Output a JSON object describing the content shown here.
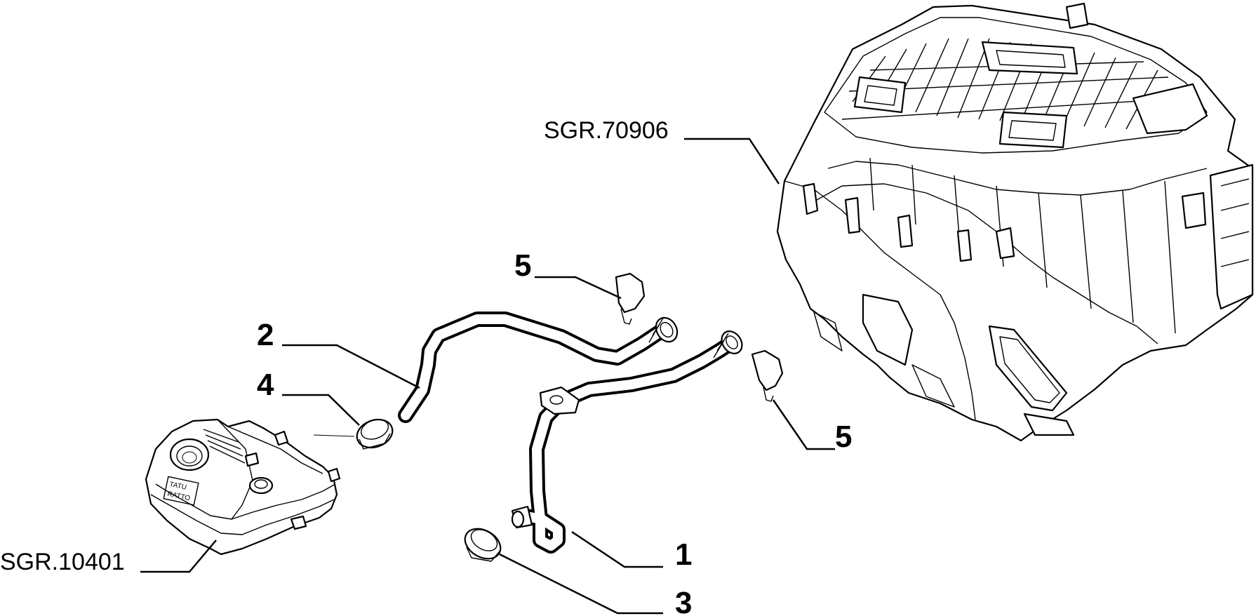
{
  "labels": {
    "ref_heater_unit": "SGR.70906",
    "ref_expansion_tank": "SGR.10401",
    "part_1": "1",
    "part_2": "2",
    "part_3": "3",
    "part_4": "4",
    "part_5_upper": "5",
    "part_5_lower": "5"
  },
  "tank_stamp": {
    "line1": "TATU",
    "line2": "RATTO"
  },
  "colors": {
    "line": "#000000",
    "background": "#ffffff"
  }
}
